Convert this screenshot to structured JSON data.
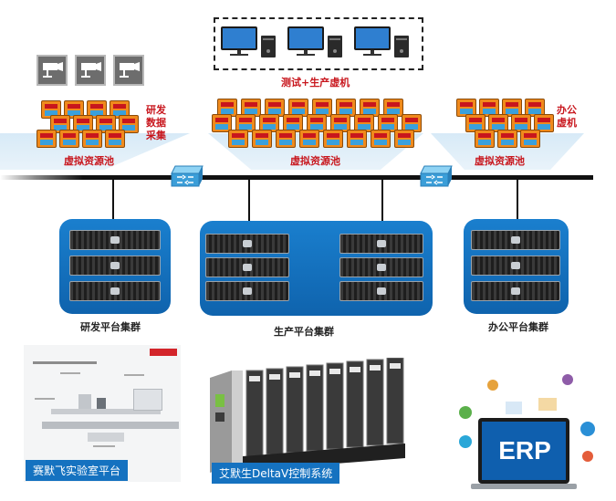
{
  "top_group_label": "测试+生产虚机",
  "research": {
    "side_label_lines": [
      "研发",
      "数据",
      "采集"
    ],
    "pool_label": "虚拟资源池",
    "cluster_label": "研发平台集群"
  },
  "production": {
    "pool_label": "虚拟资源池",
    "cluster_label": "生产平台集群"
  },
  "office": {
    "side_label_lines": [
      "办公",
      "虚机"
    ],
    "pool_label": "虚拟资源池",
    "cluster_label": "办公平台集群"
  },
  "bottom": {
    "lab_platform_label": "赛默飞实验室平台",
    "deltav_label": "艾默生DeltaV控制系统",
    "erp_label": "ERP"
  },
  "colors": {
    "accent_red": "#c8161d",
    "cluster_blue": "#1572c0",
    "vm_orange": "#f08a1c",
    "pool_light_blue": "#d7eaf7"
  },
  "icons": [
    "monitor-icon",
    "pc-tower-icon",
    "camera-icon",
    "network-switch-icon",
    "server-icon"
  ]
}
